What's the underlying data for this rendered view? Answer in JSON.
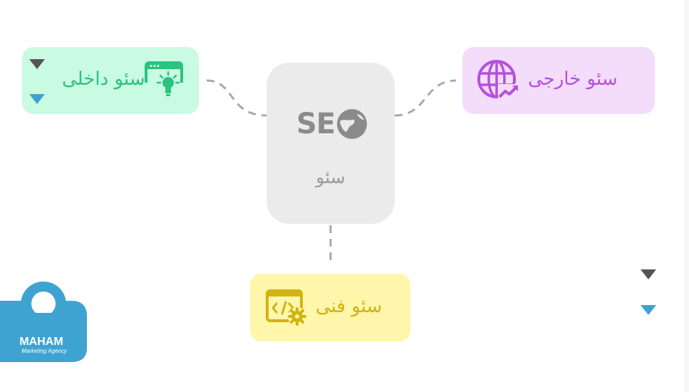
{
  "diagram": {
    "center": {
      "logo_text": "SE",
      "label": "سئو"
    },
    "nodes": {
      "internal": {
        "label": "سئو داخلی",
        "icon": "browser-lightbulb-icon",
        "color": "#2cc27f",
        "background": "#c9fbe2"
      },
      "external": {
        "label": "سئو خارجی",
        "icon": "globe-growth-icon",
        "color": "#b450dd",
        "background": "#f4dcfb"
      },
      "technical": {
        "label": "سئو فنی",
        "icon": "code-gear-icon",
        "color": "#d2b311",
        "background": "#fdf6ab"
      }
    }
  },
  "brand": {
    "name": "MAHAM",
    "tagline": "Marketing Agency",
    "color": "#3fa3d2"
  },
  "colors": {
    "connector": "#a9a9a9",
    "center_card": "#ebebeb",
    "triangle_dark": "#545454",
    "triangle_blue": "#3fa3d2"
  }
}
